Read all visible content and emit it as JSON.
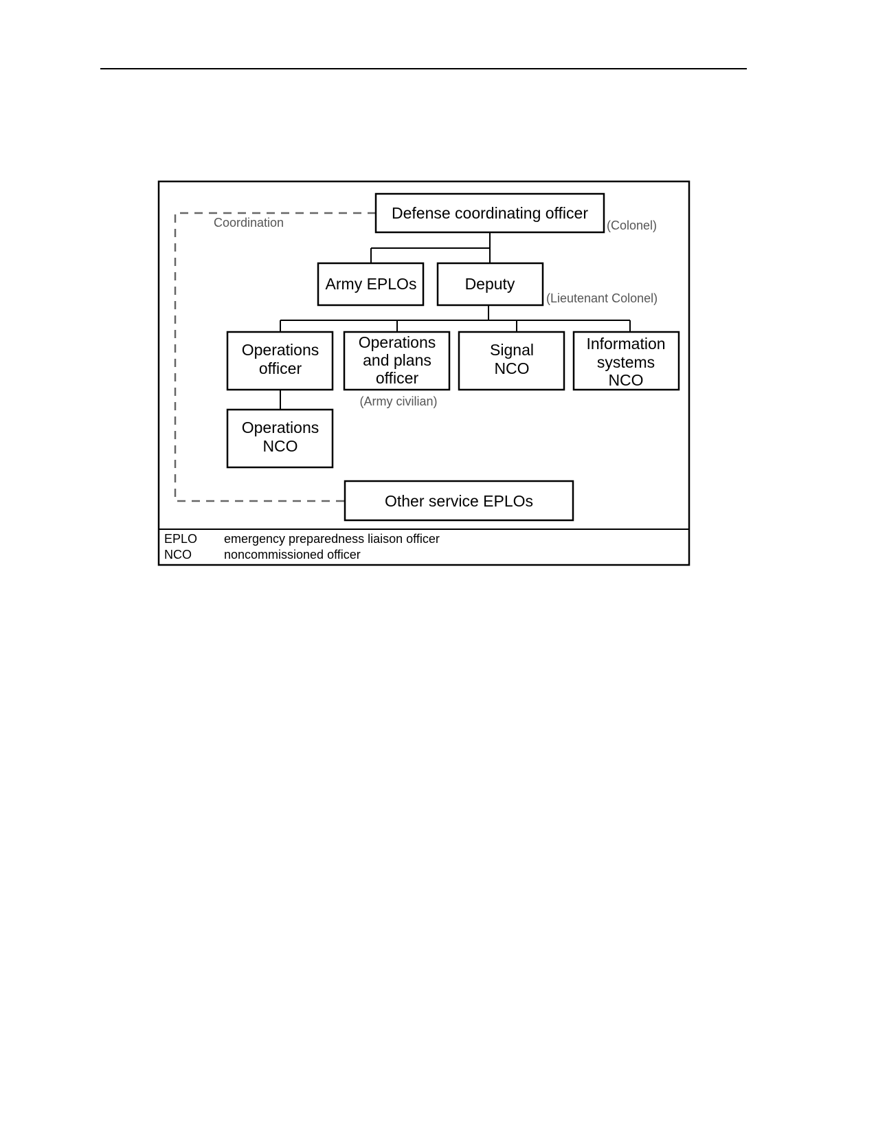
{
  "nodes": {
    "dco": "Defense coordinating officer",
    "army_eplos": "Army EPLOs",
    "deputy": "Deputy",
    "ops_officer": [
      "Operations",
      "officer"
    ],
    "ops_plans_officer": [
      "Operations",
      "and plans",
      "officer"
    ],
    "signal_nco": [
      "Signal",
      "NCO"
    ],
    "info_systems_nco": [
      "Information",
      "systems",
      "NCO"
    ],
    "ops_nco": [
      "Operations",
      "NCO"
    ],
    "other_eplos": "Other service EPLOs"
  },
  "notes": {
    "dco_rank": "(Colonel)",
    "deputy_rank": "(Lieutenant Colonel)",
    "ops_plans_status": "(Army civilian)",
    "coordination": "Coordination"
  },
  "legend": [
    {
      "abbr": "EPLO",
      "meaning": "emergency preparedness liaison officer"
    },
    {
      "abbr": "NCO",
      "meaning": "noncommissioned officer"
    }
  ]
}
